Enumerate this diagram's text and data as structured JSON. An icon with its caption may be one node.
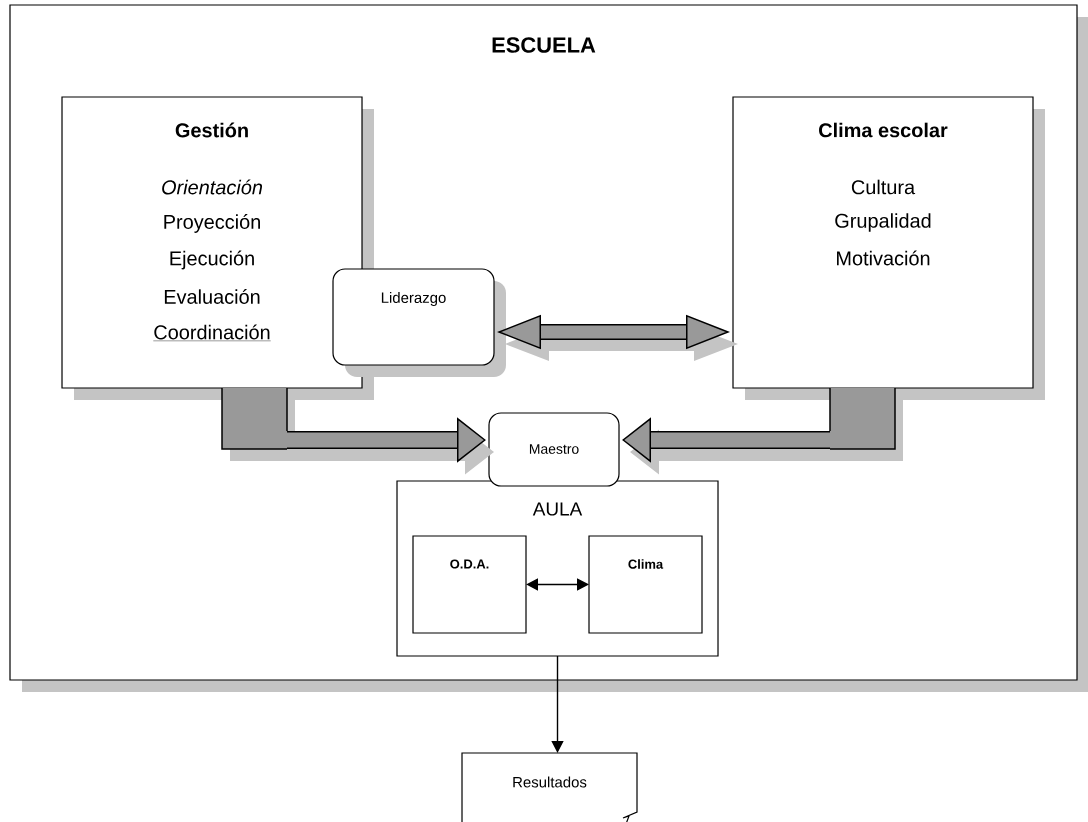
{
  "diagram": {
    "nodes": [
      {
        "text": [
          "ESCUELA"
        ]
      },
      {
        "text": [
          "Gestión",
          "Orientación",
          "Proyección",
          "Ejecución",
          "Evaluación",
          "Coordinación"
        ],
        "in": 0
      },
      {
        "text": [
          "Liderazgo"
        ],
        "in": 0
      },
      {
        "text": [
          "Clima escolar",
          "Cultura",
          "Grupalidad",
          "Motivación"
        ],
        "in": 0
      },
      {
        "text": [
          "Maestro"
        ],
        "in": 0
      },
      {
        "text": [
          "AULA"
        ],
        "in": 0
      },
      {
        "text": [
          "O.D.A."
        ],
        "in": 5
      },
      {
        "text": [
          "Clima"
        ],
        "in": 5
      },
      {
        "text": [
          "Resultados"
        ]
      }
    ],
    "edges": [
      {
        "from": 2,
        "to": 3,
        "arrow": "both"
      },
      {
        "from": 1,
        "to": 4,
        "arrow": "to"
      },
      {
        "from": 3,
        "to": 4,
        "arrow": "to"
      },
      {
        "from": 6,
        "to": 7,
        "arrow": "both"
      },
      {
        "from": 5,
        "to": 8,
        "arrow": "to"
      }
    ]
  }
}
